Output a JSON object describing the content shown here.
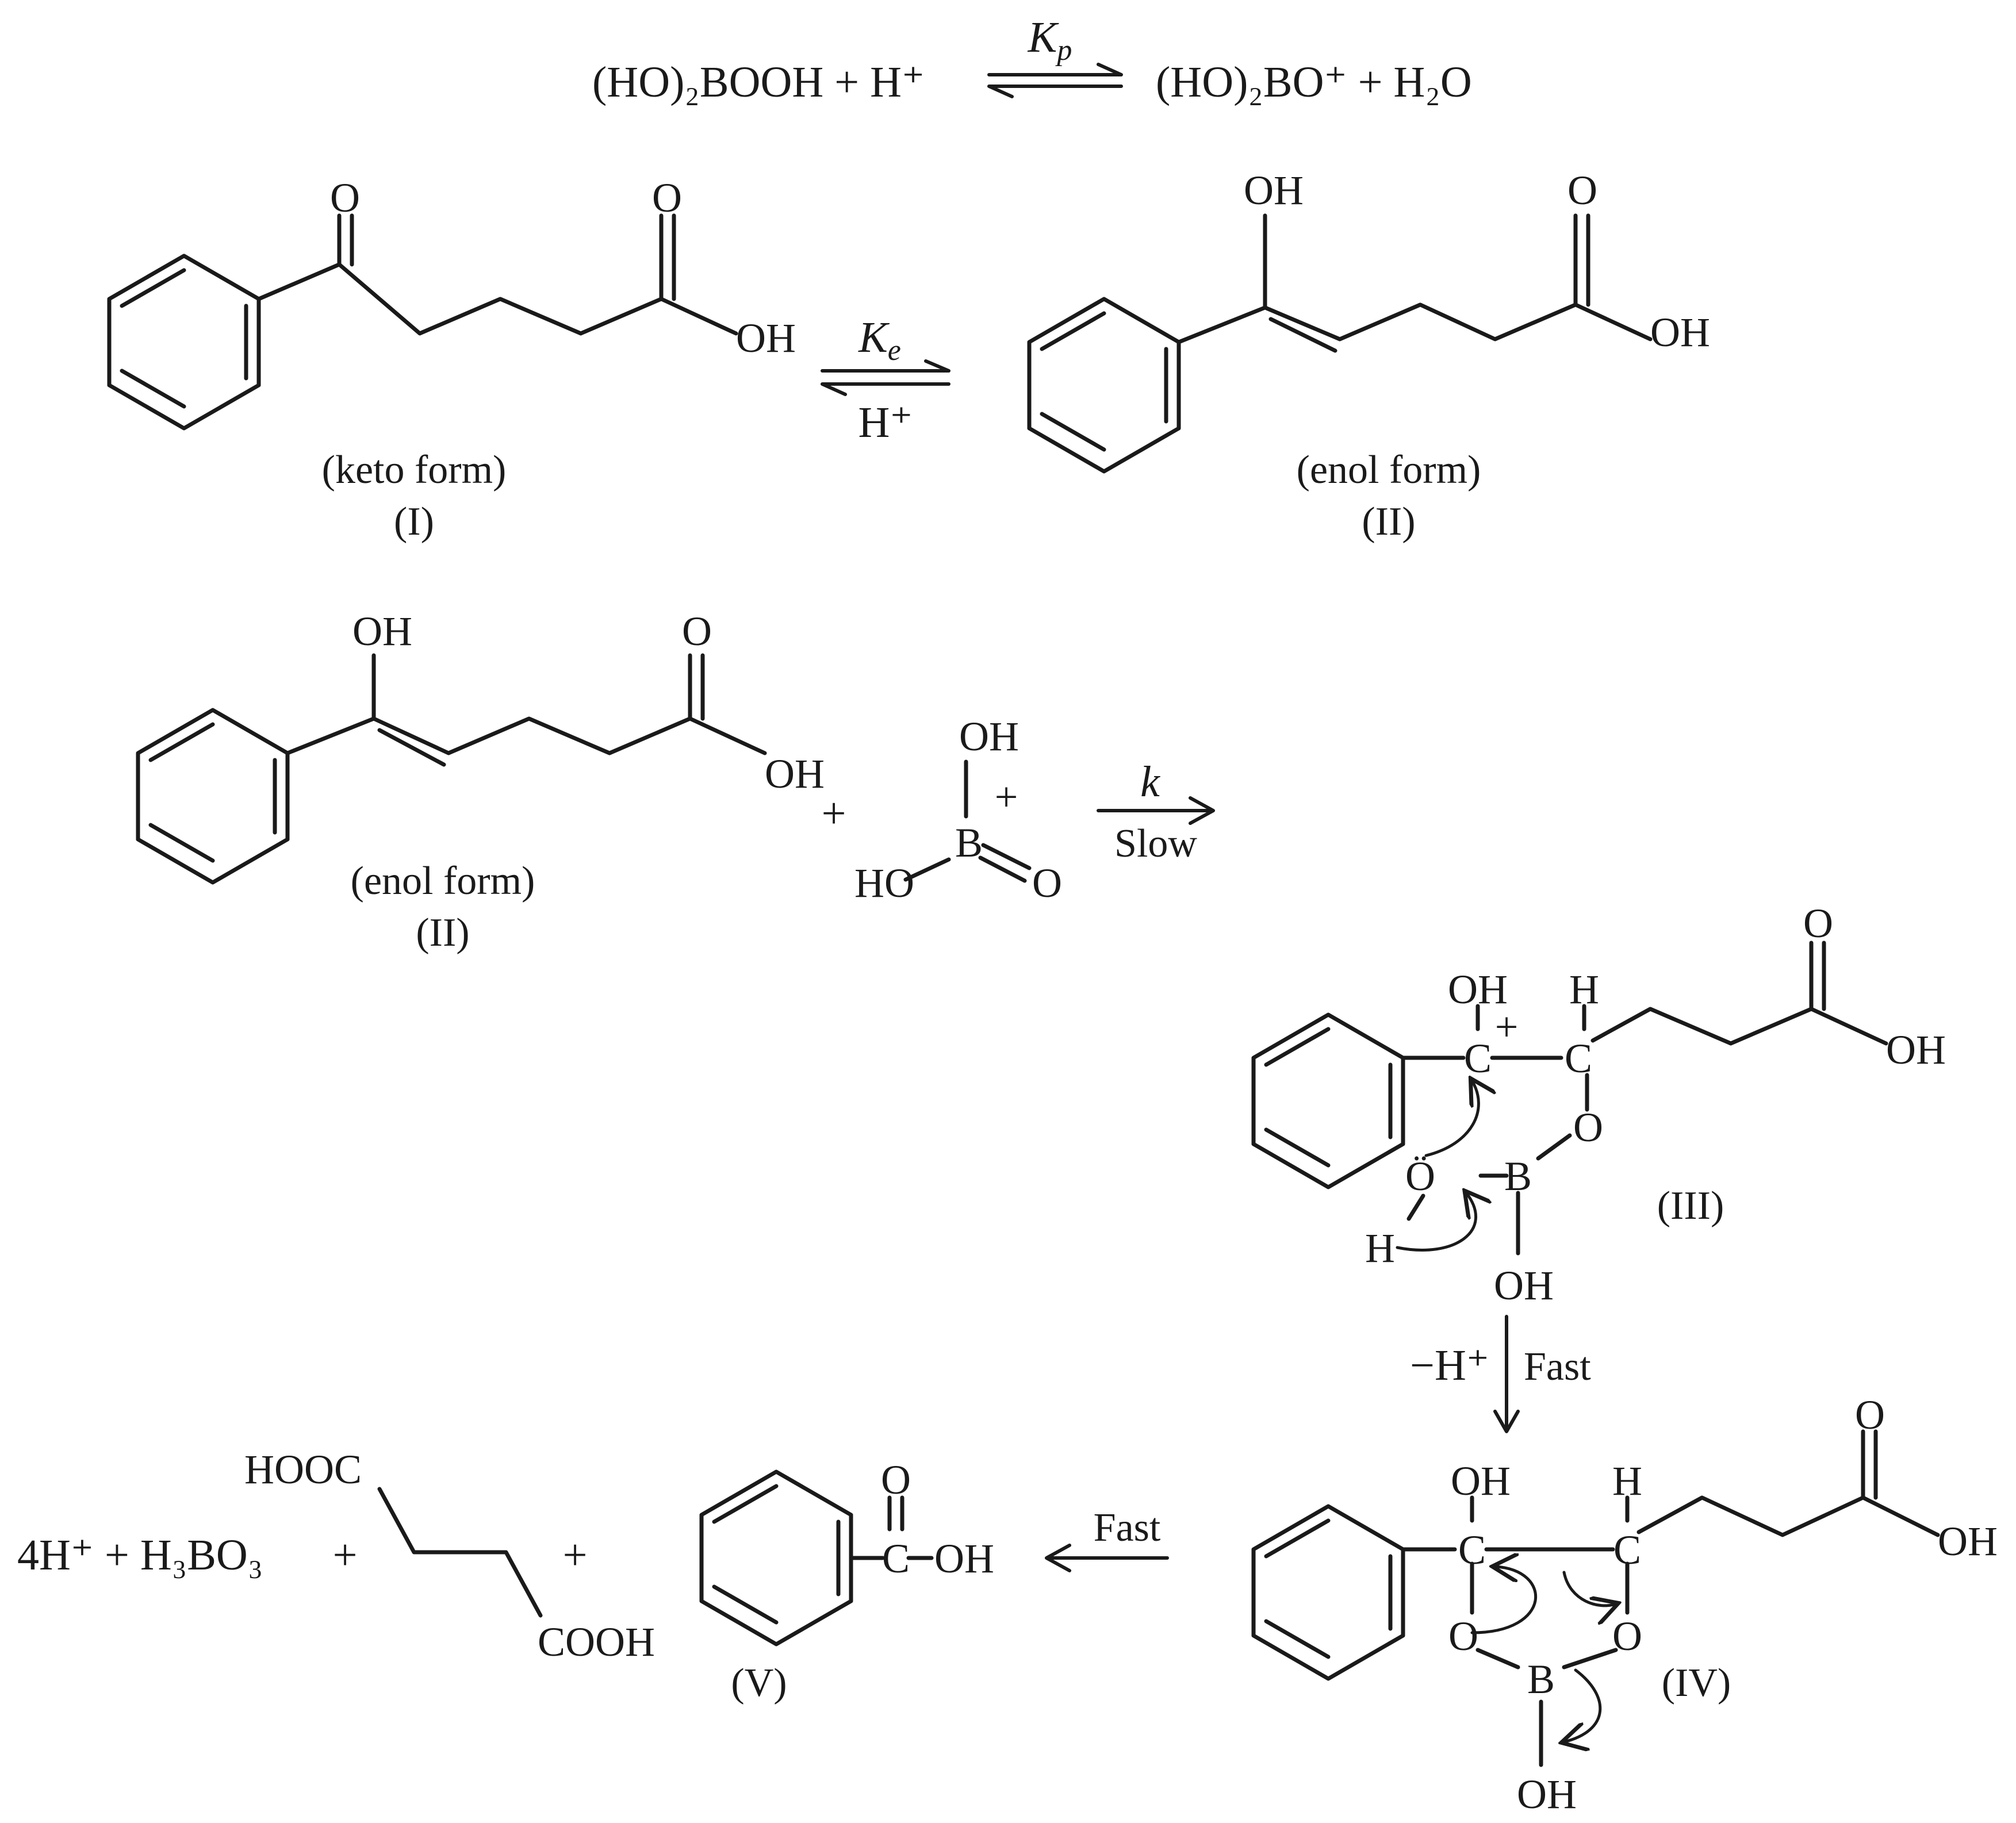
{
  "eq1": {
    "reactant": "(HO)₂BOOH + H⁺",
    "constant": "K",
    "constant_sub": "p",
    "product": "(HO)₂BO⁺ + H₂O"
  },
  "step1": {
    "keto_o": "O",
    "keto_acid_o": "O",
    "keto_acid_oh": "OH",
    "keto_name": "(keto form)",
    "keto_num": "(I)",
    "constant": "K",
    "constant_sub": "e",
    "catalyst": "H⁺",
    "enol_oh": "OH",
    "enol_acid_o": "O",
    "enol_acid_oh": "OH",
    "enol_name": "(enol form)",
    "enol_num": "(II)"
  },
  "step2": {
    "enol_oh": "OH",
    "enol_acid_o": "O",
    "enol_acid_oh": "OH",
    "enol_name": "(enol form)",
    "enol_num": "(II)",
    "plus": "+",
    "boron_oh_top": "OH",
    "boron_charge": "+",
    "boron_atom": "B",
    "boron_ho": "HO",
    "boron_o": "O",
    "rate": "k",
    "rate_label": "Slow"
  },
  "int3": {
    "oh": "OH",
    "h": "H",
    "charge": "+",
    "c1": "C",
    "c2": "C",
    "ring_o": "O",
    "o_lone": "Ö",
    "b": "B",
    "h_low": "H",
    "b_oh": "OH",
    "acid_o": "O",
    "acid_oh": "OH",
    "num": "(III)"
  },
  "arrow34": {
    "left": "−H⁺",
    "right": "Fast"
  },
  "int4": {
    "oh": "OH",
    "h": "H",
    "c1": "C",
    "c2": "C",
    "o1": "O",
    "o2": "O",
    "b": "B",
    "b_oh": "OH",
    "acid_o": "O",
    "acid_oh": "OH",
    "num": "(IV)"
  },
  "products": {
    "fast": "Fast",
    "acid_oh": "OH",
    "c": "C",
    "carbonyl_o": "O",
    "benzoic_num": "(V)",
    "hooc": "HOOC",
    "cooh": "COOH",
    "plus1": "+",
    "plus2": "+",
    "ions": "4H⁺ + H₃BO₃"
  }
}
